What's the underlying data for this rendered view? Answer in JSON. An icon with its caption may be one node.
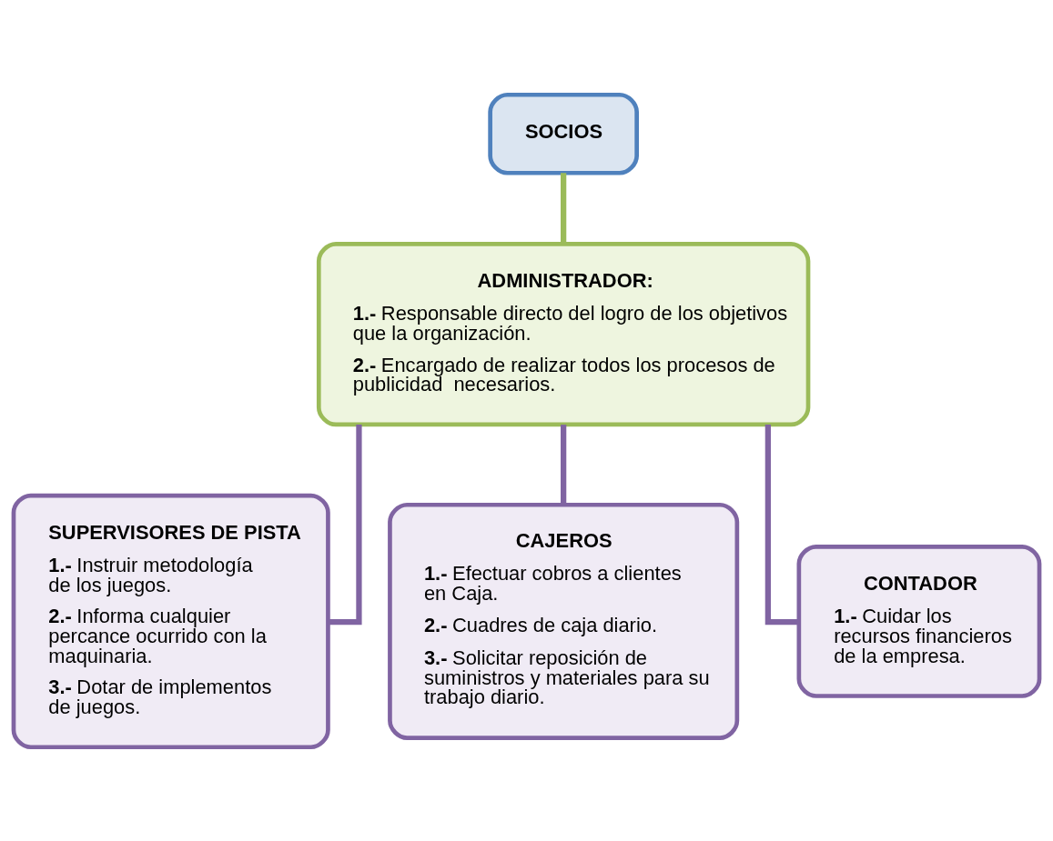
{
  "diagram": {
    "nodes": [
      {
        "text": [
          "SOCIOS"
        ]
      },
      {
        "text": [
          "ADMINISTRADOR:",
          "**1.-** Responsable directo del logro de los objetivos que la organización.",
          "**2.-** Encargado de realizar todos los procesos de publicidad  necesarios."
        ]
      },
      {
        "text": [
          "SUPERVISORES DE PISTA",
          "**1.-** Instruir metodología de los juegos.",
          "**2.-** Informa cualquier percance ocurrido con la maquinaria.",
          "**3.-** Dotar de implementos de juegos."
        ]
      },
      {
        "text": [
          "CAJEROS",
          "**1.-** Efectuar cobros a clientes en Caja.",
          "**2.-** Cuadres de caja diario.",
          "**3.-** Solicitar reposición de suministros y materiales para su trabajo diario."
        ]
      },
      {
        "text": [
          "CONTADOR",
          "**1.-** Cuidar los recursos financieros de la empresa."
        ]
      }
    ],
    "edges": [
      {
        "from": 0,
        "to": 1,
        "arrow": "none",
        "color": "#9bbb59"
      },
      {
        "from": 1,
        "to": 2,
        "arrow": "none"
      },
      {
        "from": 1,
        "to": 3,
        "arrow": "none"
      },
      {
        "from": 1,
        "to": 4,
        "arrow": "none"
      }
    ]
  }
}
